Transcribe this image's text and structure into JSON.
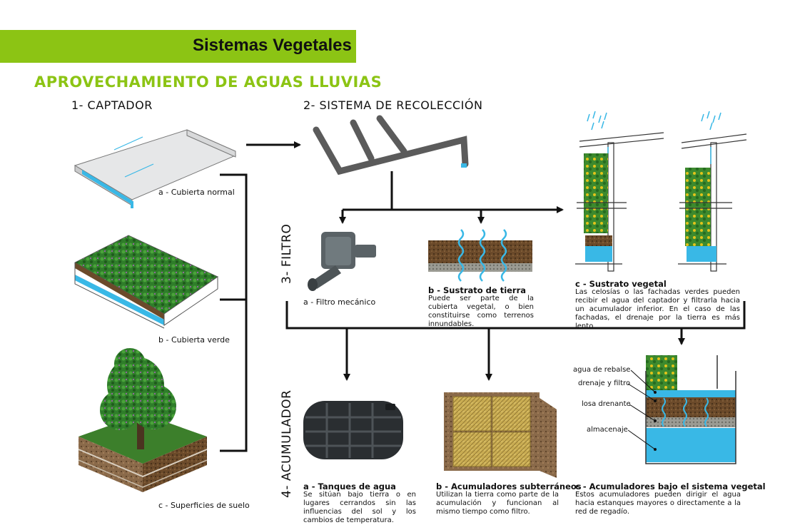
{
  "banner": {
    "title": "Sistemas Vegetales",
    "color": "#8cc414"
  },
  "main_title": "APROVECHAMIENTO DE AGUAS LLUVIAS",
  "sections": {
    "captador": "1- CAPTADOR",
    "recoleccion": "2- SISTEMA DE RECOLECCIÓN",
    "filtro": "3- FILTRO",
    "acumulador": "4- ACUMULADOR"
  },
  "captador": {
    "a": "a - Cubierta normal",
    "b": "b - Cubierta verde",
    "c": "c - Superficies de suelo"
  },
  "filtro": {
    "a_title": "a - Filtro mecánico",
    "b_title": "b - Sustrato de tierra",
    "b_desc": "Puede ser parte de la cubierta vegetal, o bien constituirse como terrenos innundables.",
    "c_title": "c - Sustrato vegetal",
    "c_desc": "Las celosías o las fachadas verdes pueden recibir el agua del captador y filtrarla hacia un acumulador inferior. En el caso de las fachadas, el drenaje por la tierra es más lento."
  },
  "acumulador": {
    "a_title": "a - Tanques de agua",
    "a_desc": "Se sitúan bajo tierra o en lugares cerrandos sin las influencias del sol y los cambios de temperatura.",
    "b_title": "b - Acumuladores subterráneos",
    "b_desc": "Utilizan la tierra como parte de la acumulación y funcionan al mismo tiempo como filtro.",
    "c_title": "c - Acumuladores bajo el sistema vegetal",
    "c_desc": "Estos acumuladores pueden dirigir el agua hacia estanques mayores o directamente a la red de regadío.",
    "labels": [
      "agua de rebalse",
      "drenaje y filtro",
      "losa drenante",
      "almacenaje"
    ]
  },
  "colors": {
    "water": "#39b8e6",
    "green": "#8cc414",
    "soil": "#6b4a2a",
    "plant": "#2f7d2a"
  }
}
